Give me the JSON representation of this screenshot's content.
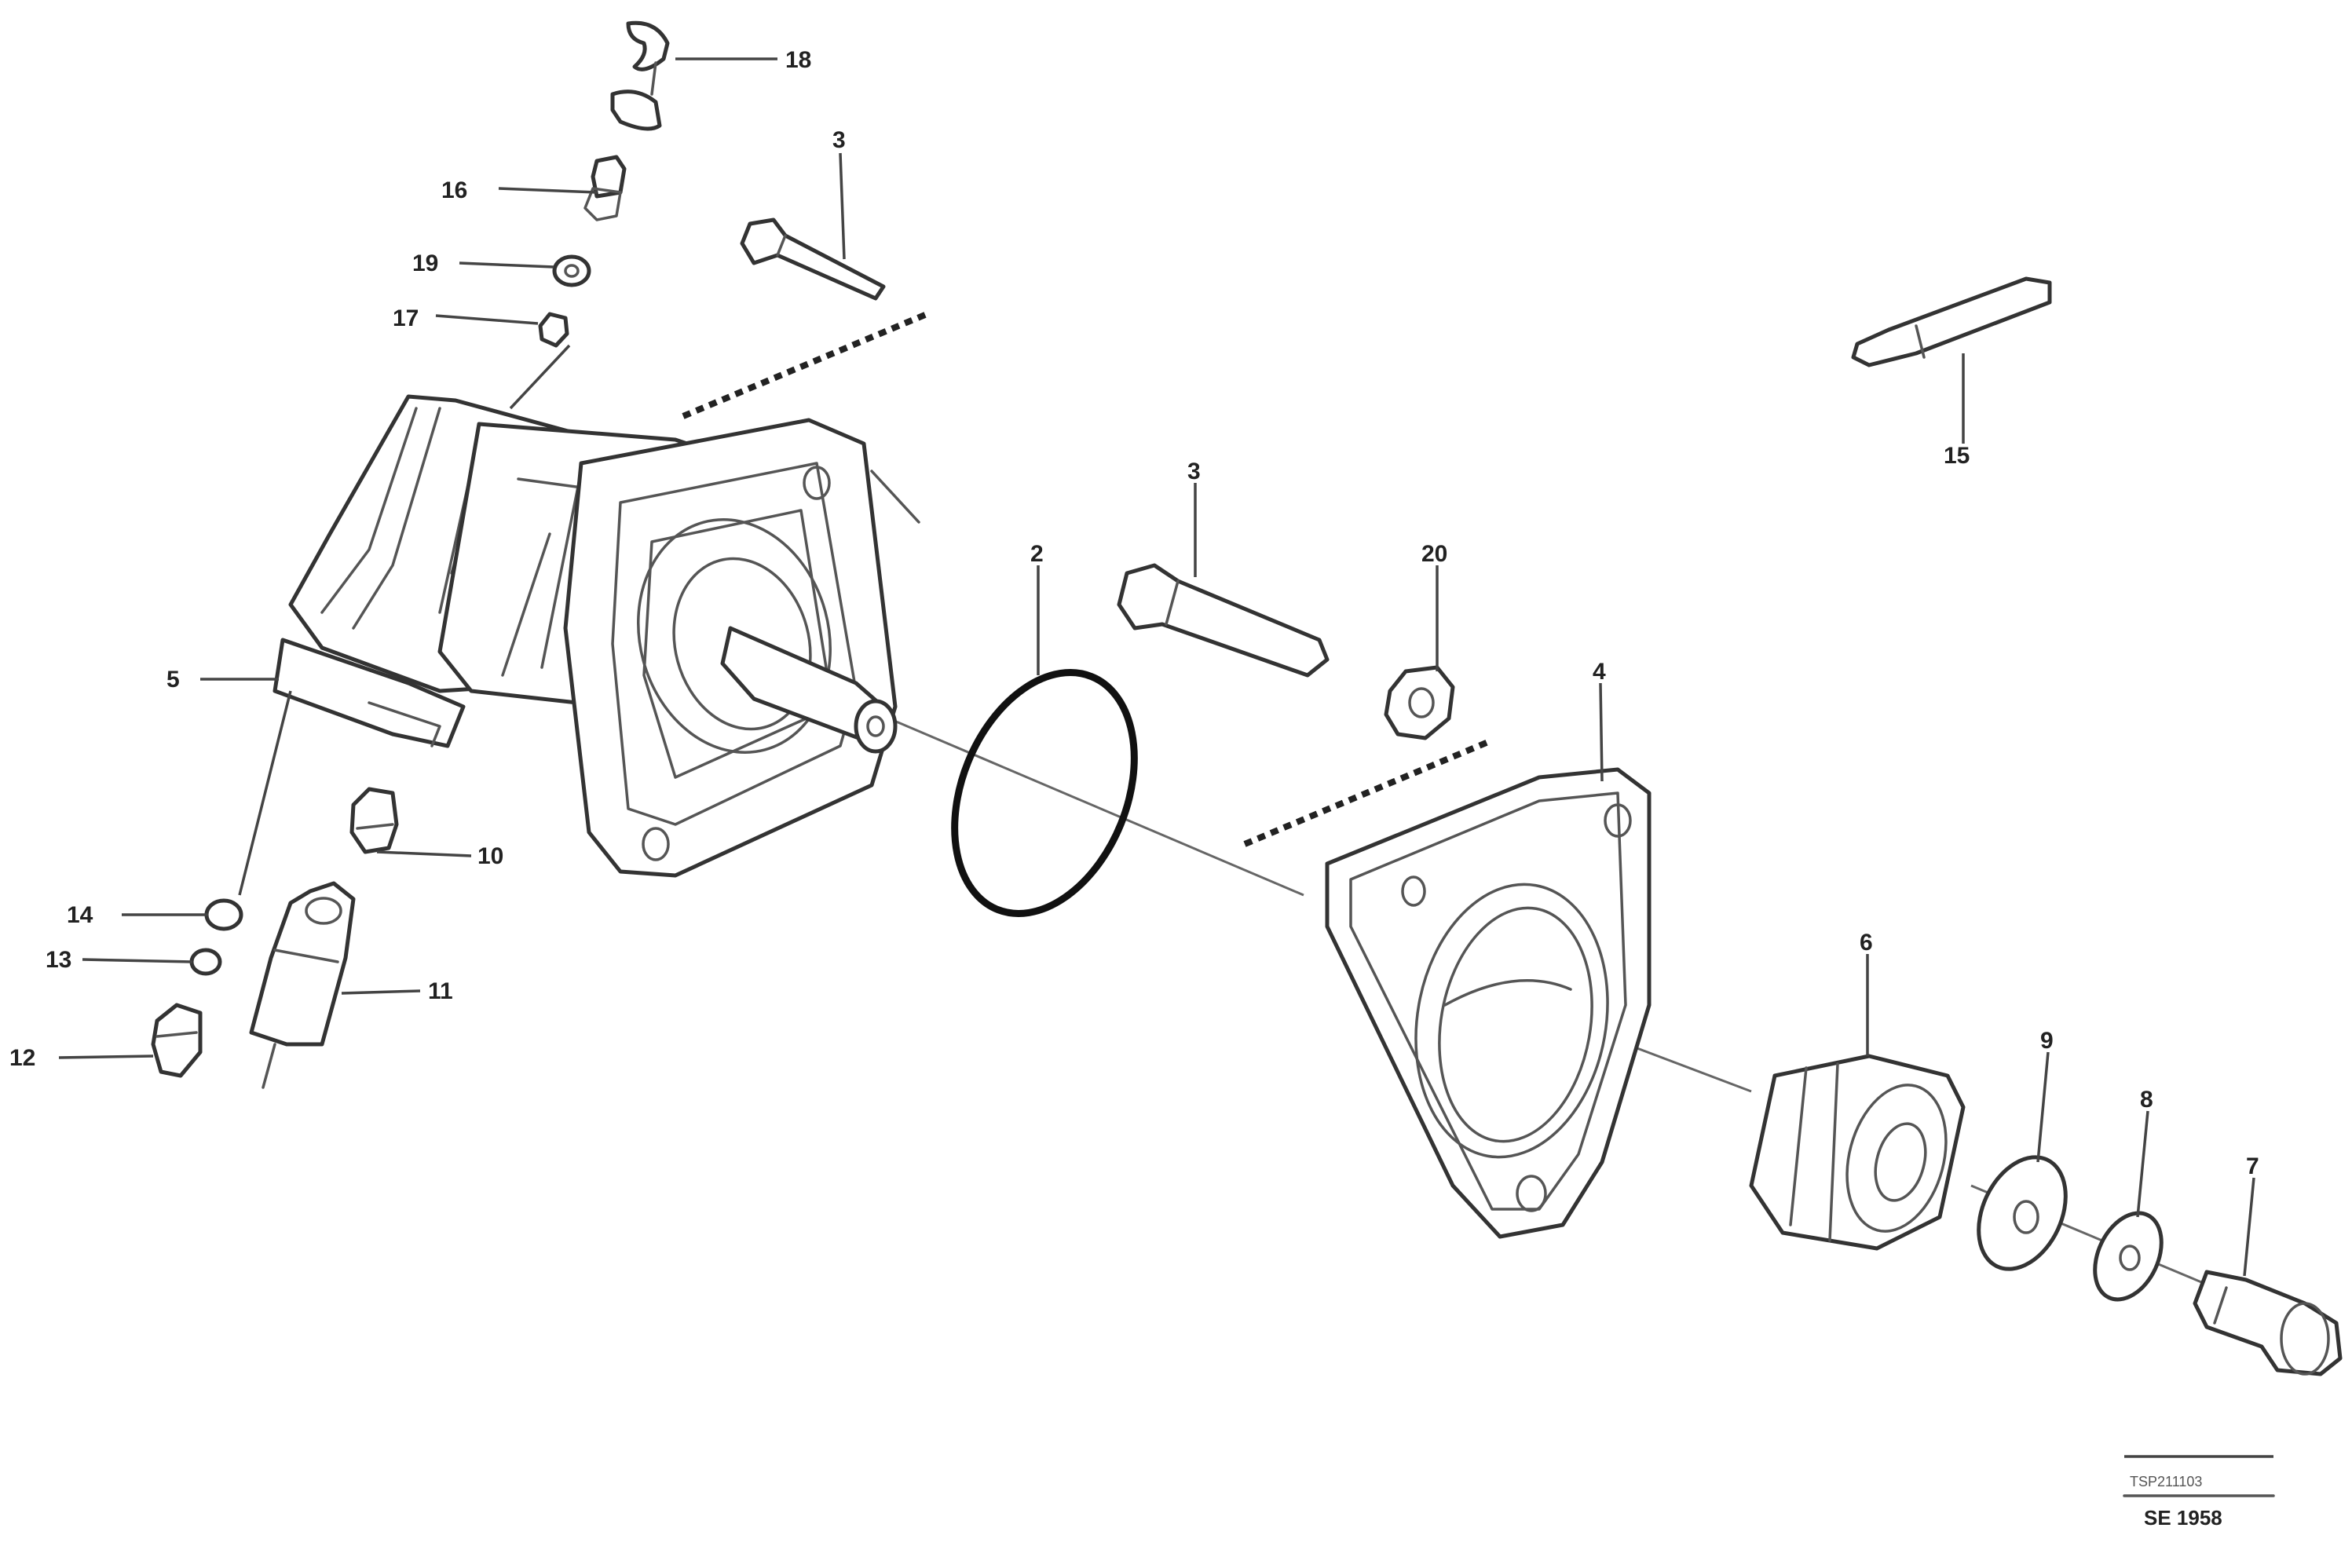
{
  "diagram": {
    "callouts": {
      "c18": "18",
      "c16": "16",
      "c19": "19",
      "c17": "17",
      "c3a": "3",
      "c15": "15",
      "c5": "5",
      "c3b": "3",
      "c2": "2",
      "c20": "20",
      "c4": "4",
      "c10": "10",
      "c14": "14",
      "c13": "13",
      "c11": "11",
      "c12": "12",
      "c6": "6",
      "c9": "9",
      "c8": "8",
      "c7": "7"
    },
    "reference": {
      "doc_number": "TSP211103",
      "drawing_code": "SE 1958"
    }
  }
}
